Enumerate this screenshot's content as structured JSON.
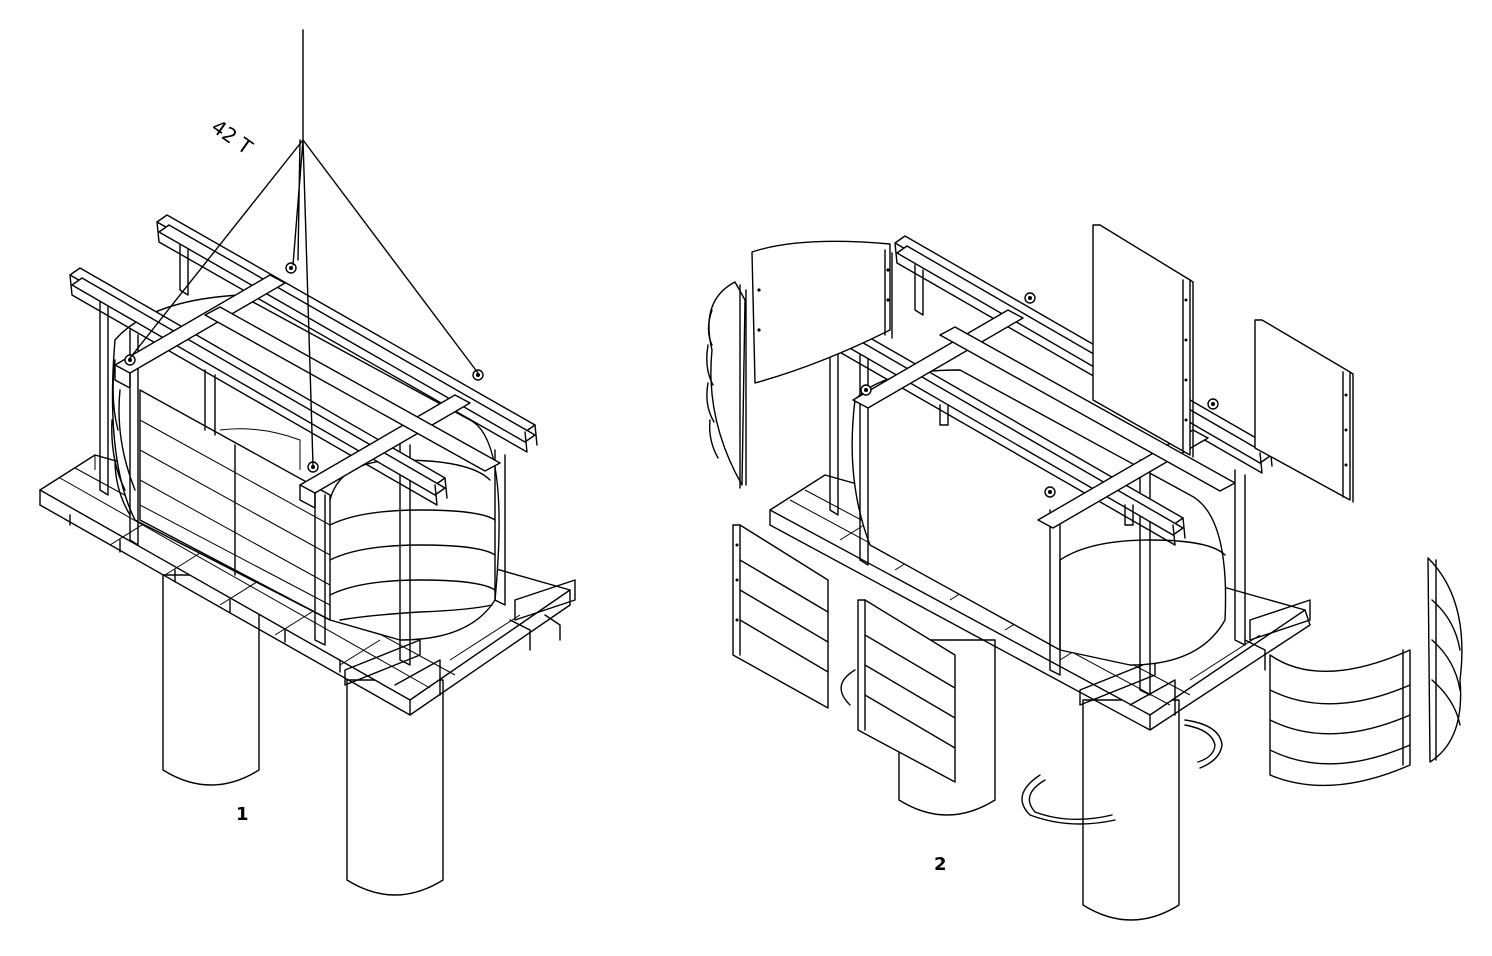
{
  "figure_1": {
    "label": "1",
    "load_annotation": "42 T"
  },
  "figure_2": {
    "label": "2"
  }
}
